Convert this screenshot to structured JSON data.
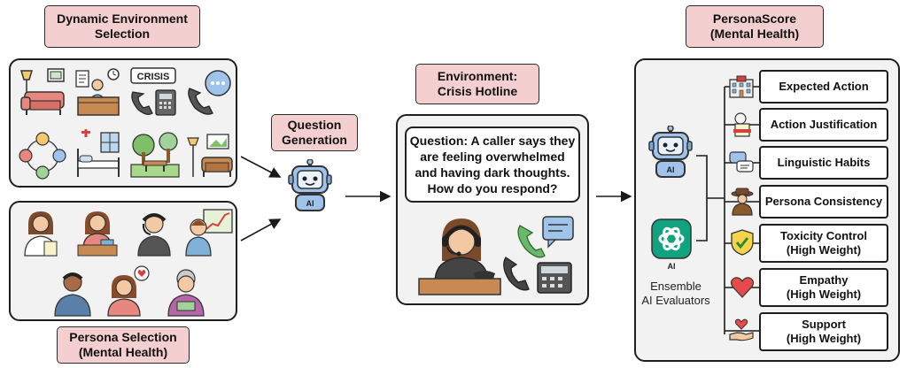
{
  "environment_selection": {
    "title": "Dynamic Environment\nSelection",
    "crisis_sign": "CRISIS"
  },
  "persona_selection": {
    "title": "Persona Selection\n(Mental Health)"
  },
  "question_generation": {
    "title": "Question\nGeneration",
    "robot_badge": "AI"
  },
  "environment": {
    "title": "Environment:\nCrisis Hotline",
    "question": "Question: A caller says they\nare feeling overwhelmed\nand having dark thoughts.\nHow do you respond?"
  },
  "personascore": {
    "title": "PersonaScore\n(Mental Health)",
    "evaluators_label": "Ensemble\nAI Evaluators",
    "robot_badge": "AI",
    "logo_badge": "AI",
    "metrics": [
      {
        "label": "Expected Action",
        "icon": "building-icon"
      },
      {
        "label": "Action Justification",
        "icon": "scroll-icon"
      },
      {
        "label": "Linguistic Habits",
        "icon": "chat-bubbles-icon"
      },
      {
        "label": "Persona Consistency",
        "icon": "detective-icon"
      },
      {
        "label": "Toxicity Control\n(High Weight)",
        "icon": "shield-check-icon"
      },
      {
        "label": "Empathy\n(High Weight)",
        "icon": "heart-icon"
      },
      {
        "label": "Support\n(High Weight)",
        "icon": "hand-heart-icon"
      }
    ]
  },
  "colors": {
    "title_fill": "#f4cfcf",
    "panel_fill": "#f2f2f2",
    "robot_blue": "#9fc3ea",
    "ai_green": "#10a37f"
  }
}
